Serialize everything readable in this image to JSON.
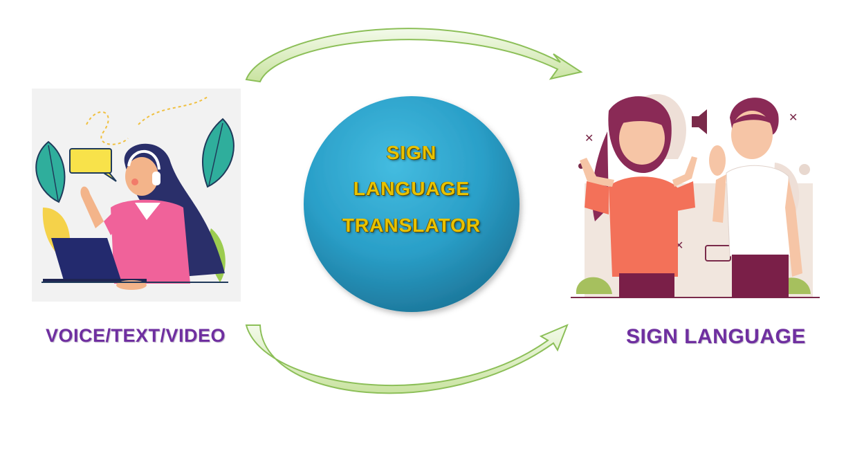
{
  "nodes": {
    "input": {
      "label": "VOICE/TEXT/VIDEO",
      "icon": "woman-with-headset-at-laptop-illustration"
    },
    "center": {
      "lines": [
        "SIGN",
        "LANGUAGE",
        "TRANSLATOR"
      ]
    },
    "output": {
      "label": "SIGN LANGUAGE",
      "icon": "two-people-signing-illustration"
    }
  },
  "edges": [
    {
      "from": "input",
      "to": "output",
      "style": "curved-arrow-top"
    },
    {
      "from": "input",
      "to": "output",
      "style": "curved-arrow-bottom"
    }
  ],
  "colors": {
    "label": "#6f2fa0",
    "center_text": "#e8c200",
    "circle_light": "#40b4da",
    "circle_dark": "#1e7fa2",
    "arrow_fill": "#d6ecb4",
    "arrow_stroke": "#8cbf58"
  }
}
